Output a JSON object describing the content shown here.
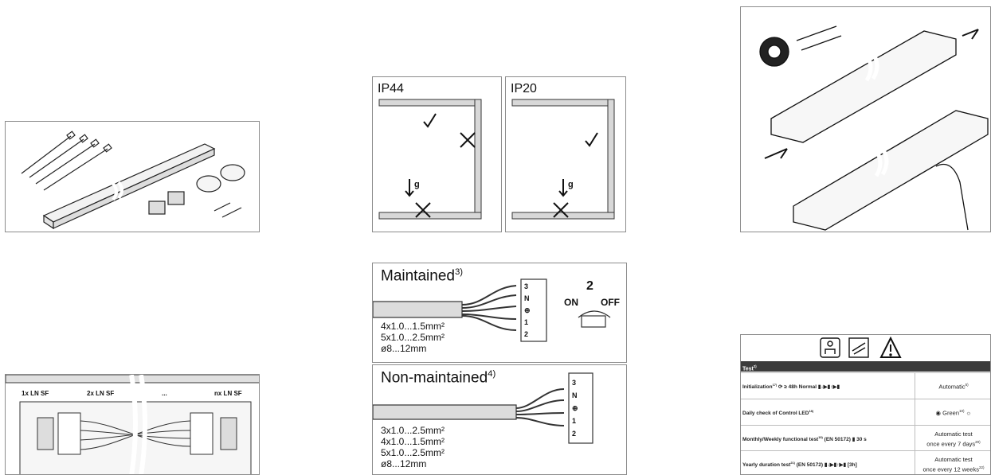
{
  "ip_panels": [
    {
      "label": "IP44"
    },
    {
      "label": "IP20"
    }
  ],
  "gravity_label": "g",
  "luminaire_labels": {
    "single": "1x LN SF",
    "double": "2x LN SF",
    "dots": "...",
    "multi": "nx LN SF"
  },
  "maintained": {
    "title": "Maintained",
    "note": "3)",
    "specs": [
      "4x1.0...1.5mm²",
      "5x1.0...2.5mm²",
      "ø8...12mm"
    ],
    "switch_number": "2",
    "switch_on": "ON",
    "switch_off": "OFF",
    "terminals": [
      "3",
      "N",
      "⊕",
      "1",
      "2"
    ]
  },
  "non_maintained": {
    "title": "Non-maintained",
    "note": "4)",
    "specs": [
      "3x1.0...2.5mm²",
      "4x1.0...1.5mm²",
      "5x1.0...2.5mm²",
      "ø8...12mm"
    ],
    "terminals": [
      "3",
      "N",
      "⊕",
      "1",
      "2"
    ]
  },
  "test_table": {
    "header": "Test",
    "header_note": "2)",
    "rows": [
      {
        "label": "Initialization",
        "note": "17)",
        "detail": "≥ 48h Normal",
        "value": "Automatic",
        "value_note": "5)"
      },
      {
        "label": "Daily check of Control LED",
        "note": "18)",
        "detail": "",
        "value": "Green",
        "value_note": "10)"
      },
      {
        "label": "Monthly/Weekly functional test",
        "note": "19)",
        "detail": "(EN 50172)",
        "extra": "30 s",
        "value": "Automatic test",
        "value2": "once every 7 days",
        "value_note": "20)"
      },
      {
        "label": "Yearly duration test",
        "note": "21)",
        "detail": "(EN 50172)",
        "extra": "[3h]",
        "value": "Automatic test",
        "value2": "once every 12 weeks",
        "value_note": "22)"
      }
    ]
  },
  "colors": {
    "border": "#8c8c8c",
    "header_bg": "#3b3b3b",
    "hatch": "#888888"
  }
}
